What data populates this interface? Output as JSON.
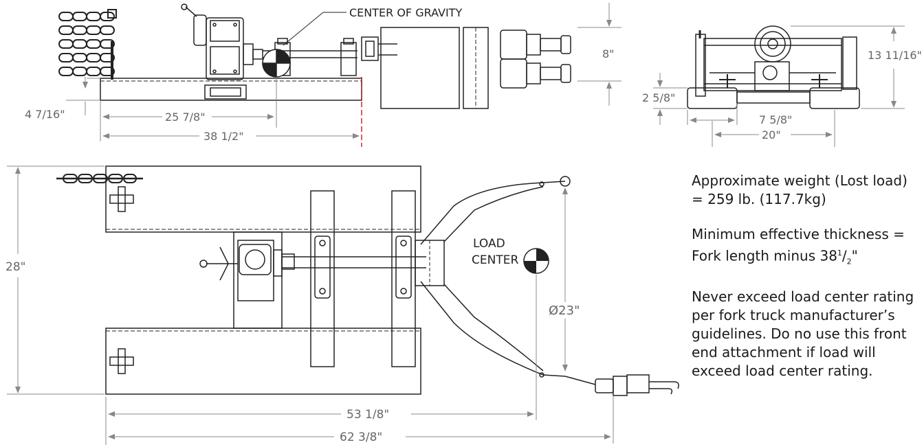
{
  "labels": {
    "center_of_gravity": "CENTER OF GRAVITY",
    "load_center_line1": "LOAD",
    "load_center_line2": "CENTER"
  },
  "dimensions": {
    "side_height": "8\"",
    "side_cg_height": "4 7/16\"",
    "side_cg_length": "25 7/8\"",
    "side_length": "38 1/2\"",
    "end_height": "13 11/16\"",
    "end_foot_height": "2 5/8\"",
    "end_inner_width": "7 5/8\"",
    "end_width": "20\"",
    "top_width": "28\"",
    "top_diameter": "Ø23\"",
    "top_load_center_length": "53 1/8\"",
    "top_overall_length": "62 3/8\""
  },
  "notes": {
    "weight": "Approximate weight (Lost load) = 259 lb. (117.7kg)",
    "thickness_prefix": "Minimum effective thickness = Fork length minus 38",
    "thickness_sup": "1",
    "thickness_slash": "/",
    "thickness_sub": "2",
    "thickness_suffix": "\"",
    "warning": "Never exceed load center rating per fork truck manufacturer’s guidelines. Do no use this front end attachment if load will exceed load center rating."
  },
  "colors": {
    "line": "#222222",
    "dimension": "#888888",
    "centerline": "#e02020"
  }
}
